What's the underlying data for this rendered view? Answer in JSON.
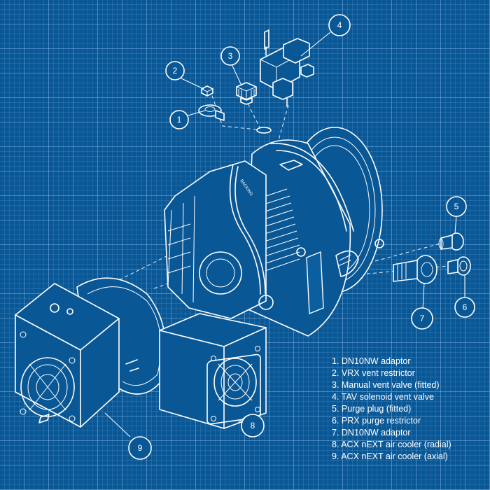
{
  "colors": {
    "background": "#0a5796",
    "grid": "#8cbeeb",
    "line": "#ffffff"
  },
  "callouts": [
    "1",
    "2",
    "3",
    "4",
    "5",
    "6",
    "7",
    "8",
    "9"
  ],
  "legend": [
    "1. DN10NW adaptor",
    "2. VRX vent restrictor",
    "3. Manual vent valve (fitted)",
    "4. TAV solenoid vent valve",
    "5. Purge plug (fitted)",
    "6. PRX purge restrictor",
    "7. DN10NW adaptor",
    "8. ACX nEXT air cooler (radial)",
    "9. ACX nEXT air cooler (axial)"
  ],
  "pump_marking": "BACKING"
}
